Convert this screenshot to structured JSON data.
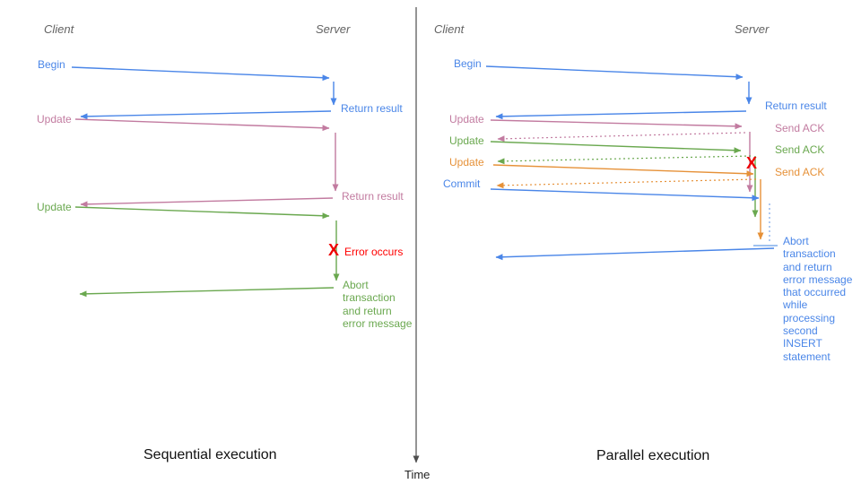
{
  "colors": {
    "blue": "#4a86e8",
    "pink": "#c27ba0",
    "green": "#6aa84f",
    "orange": "#e69138",
    "red": "#ff0000",
    "header_gray": "#636363",
    "axis": "#4d4d4d"
  },
  "time_axis": {
    "label": "Time"
  },
  "left_panel": {
    "caption": "Sequential execution",
    "client": "Client",
    "server": "Server",
    "begin": "Begin",
    "return_result_1": "Return result",
    "update_1": "Update",
    "return_result_2": "Return result",
    "update_2": "Update",
    "error_mark": "X",
    "error_label": "Error occurs",
    "abort_note": "Abort\ntransaction\nand return\nerror message"
  },
  "right_panel": {
    "caption": "Parallel execution",
    "client": "Client",
    "server": "Server",
    "begin": "Begin",
    "return_result": "Return result",
    "update_1": "Update",
    "send_ack_1": "Send ACK",
    "update_2": "Update",
    "send_ack_2": "Send ACK",
    "update_3": "Update",
    "send_ack_3": "Send ACK",
    "commit": "Commit",
    "error_mark": "X",
    "abort_note": "Abort\ntransaction\nand return\nerror message\nthat occurred\nwhile\nprocessing\nsecond\nINSERT\nstatement"
  }
}
